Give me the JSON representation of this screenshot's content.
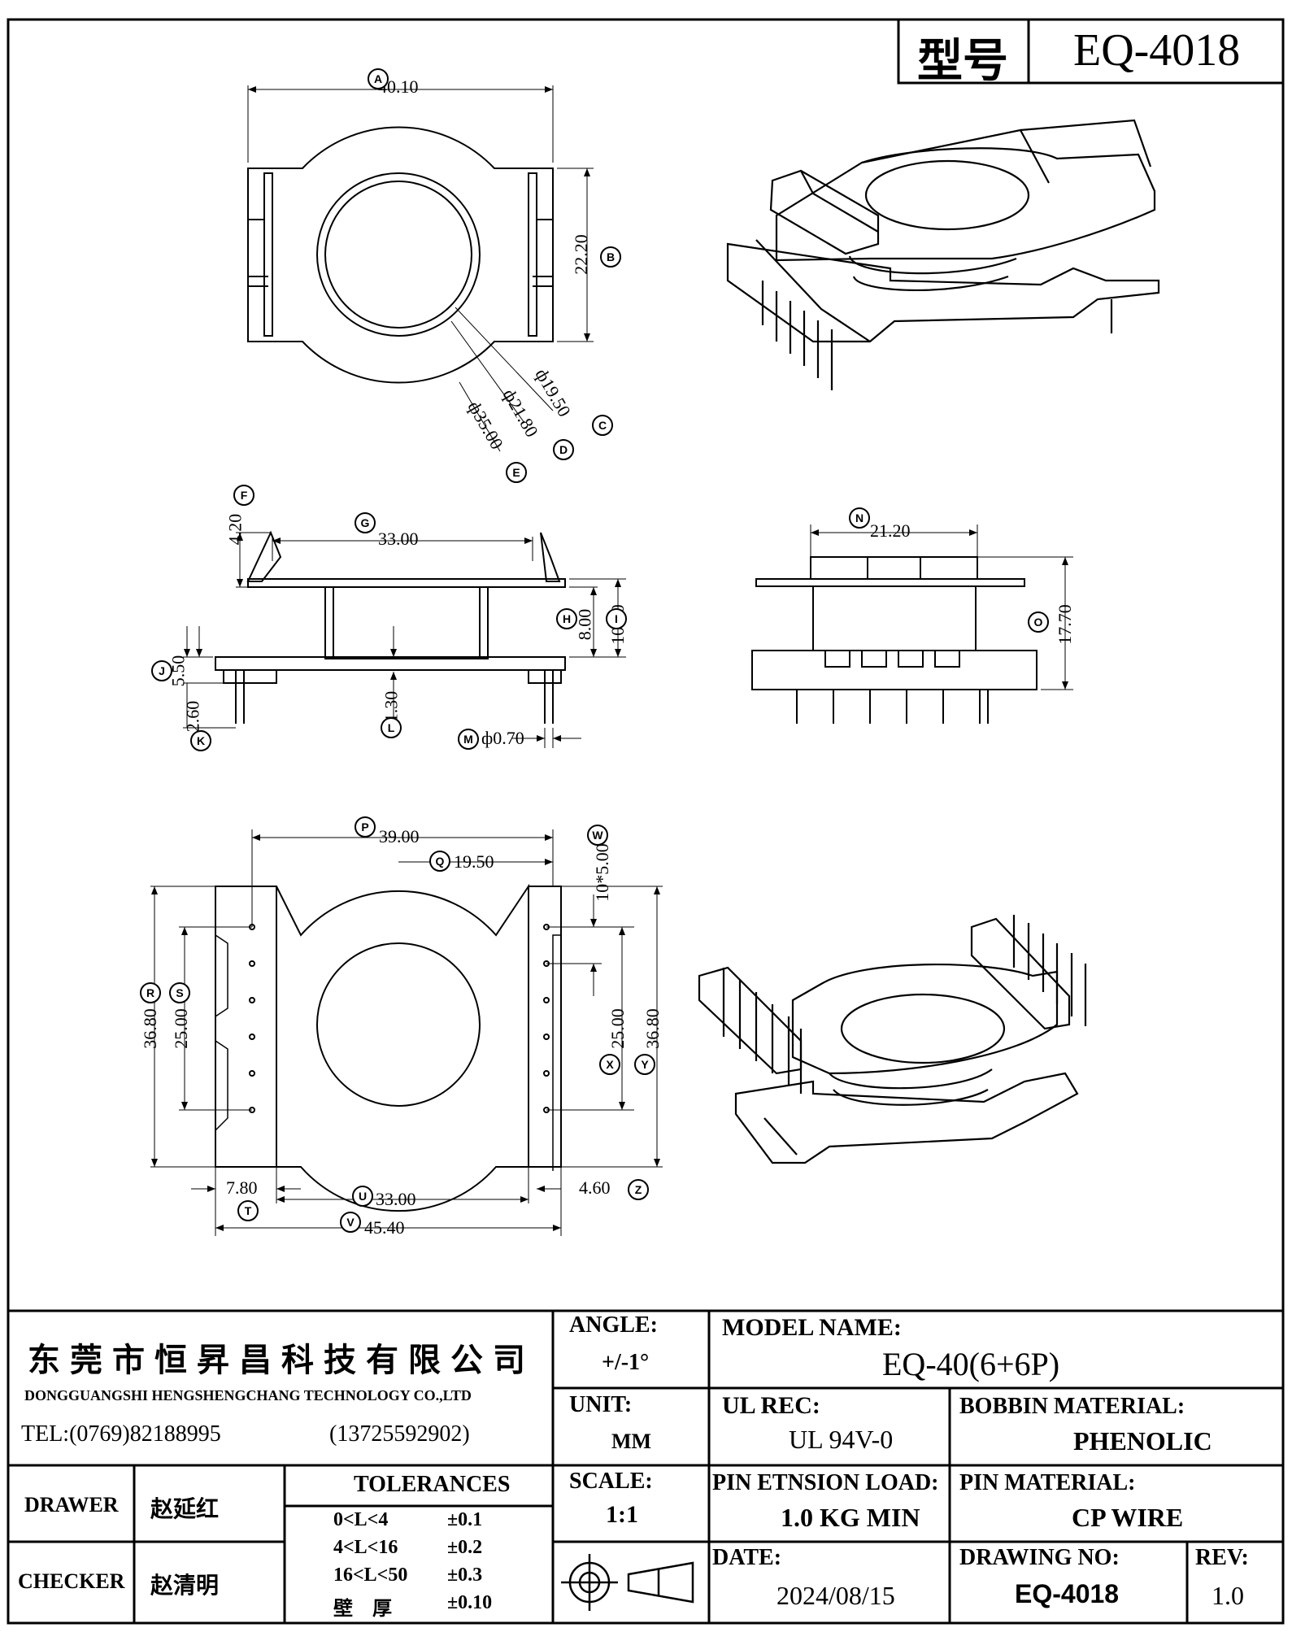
{
  "header": {
    "label_model": "型号",
    "model": "EQ-4018"
  },
  "dims": {
    "A": "40.10",
    "B": "22.20",
    "C": "ф19.50",
    "D": "ф21.80",
    "E": "ф35.00",
    "F": "4.20",
    "G": "33.00",
    "H": "8.00",
    "I": "10.30",
    "J": "5.50",
    "K": "2.60",
    "L": "1.30",
    "M": "ф0.70",
    "N": "21.20",
    "O": "17.70",
    "P": "39.00",
    "Q": "19.50",
    "R": "36.80",
    "S": "25.00",
    "T": "7.80",
    "U": "33.00",
    "V": "45.40",
    "W": "10*5.00",
    "X": "25.00",
    "Y": "36.80",
    "Z": "4.60"
  },
  "dim_letters": [
    "A",
    "B",
    "C",
    "D",
    "E",
    "F",
    "G",
    "H",
    "I",
    "J",
    "K",
    "L",
    "M",
    "N",
    "O",
    "P",
    "Q",
    "R",
    "S",
    "T",
    "U",
    "V",
    "W",
    "X",
    "Y",
    "Z"
  ],
  "title_block": {
    "company_cn": "东莞市恒昇昌科技有限公司",
    "company_en": "DONGGUANGSHI HENGSHENGCHANG TECHNOLOGY CO.,LTD",
    "tel": "TEL:(0769)82188995",
    "mobile": "(13725592902)",
    "drawer_label": "DRAWER",
    "drawer": "赵延红",
    "checker_label": "CHECKER",
    "checker": "赵清明",
    "tolerances_label": "TOLERANCES",
    "tolerances": [
      {
        "range": "0<L<4",
        "tol": "±0.1"
      },
      {
        "range": "4<L<16",
        "tol": "±0.2"
      },
      {
        "range": "16<L<50",
        "tol": "±0.3"
      },
      {
        "range": "壁　厚",
        "tol": "±0.10"
      }
    ],
    "angle_label": "ANGLE:",
    "angle": "+/-1°",
    "unit_label": "UNIT:",
    "unit": "MM",
    "scale_label": "SCALE:",
    "scale": "1:1",
    "model_name_label": "MODEL NAME:",
    "model_name": "EQ-40(6+6P)",
    "ul_label": "UL REC:",
    "ul": "UL 94V-0",
    "bobbin_label": "BOBBIN MATERIAL:",
    "bobbin": "PHENOLIC",
    "pin_load_label": "PIN ETNSION LOAD:",
    "pin_load": "1.0 KG MIN",
    "pin_mat_label": "PIN MATERIAL:",
    "pin_mat": "CP WIRE",
    "date_label": "DATE:",
    "date": "2024/08/15",
    "drawing_no_label": "DRAWING NO:",
    "drawing_no": "EQ-4018",
    "rev_label": "REV:",
    "rev": "1.0"
  }
}
